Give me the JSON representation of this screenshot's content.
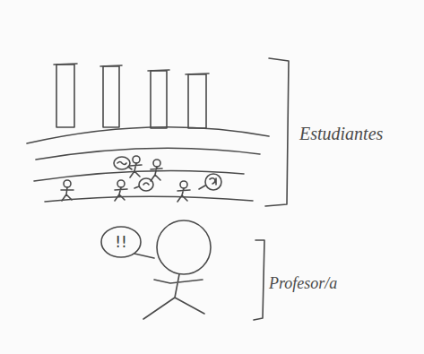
{
  "diagram": {
    "nodes": [
      {
        "text": [
          "!!"
        ]
      }
    ],
    "labels": [
      "Estudiantes",
      "Profesor/a"
    ]
  }
}
